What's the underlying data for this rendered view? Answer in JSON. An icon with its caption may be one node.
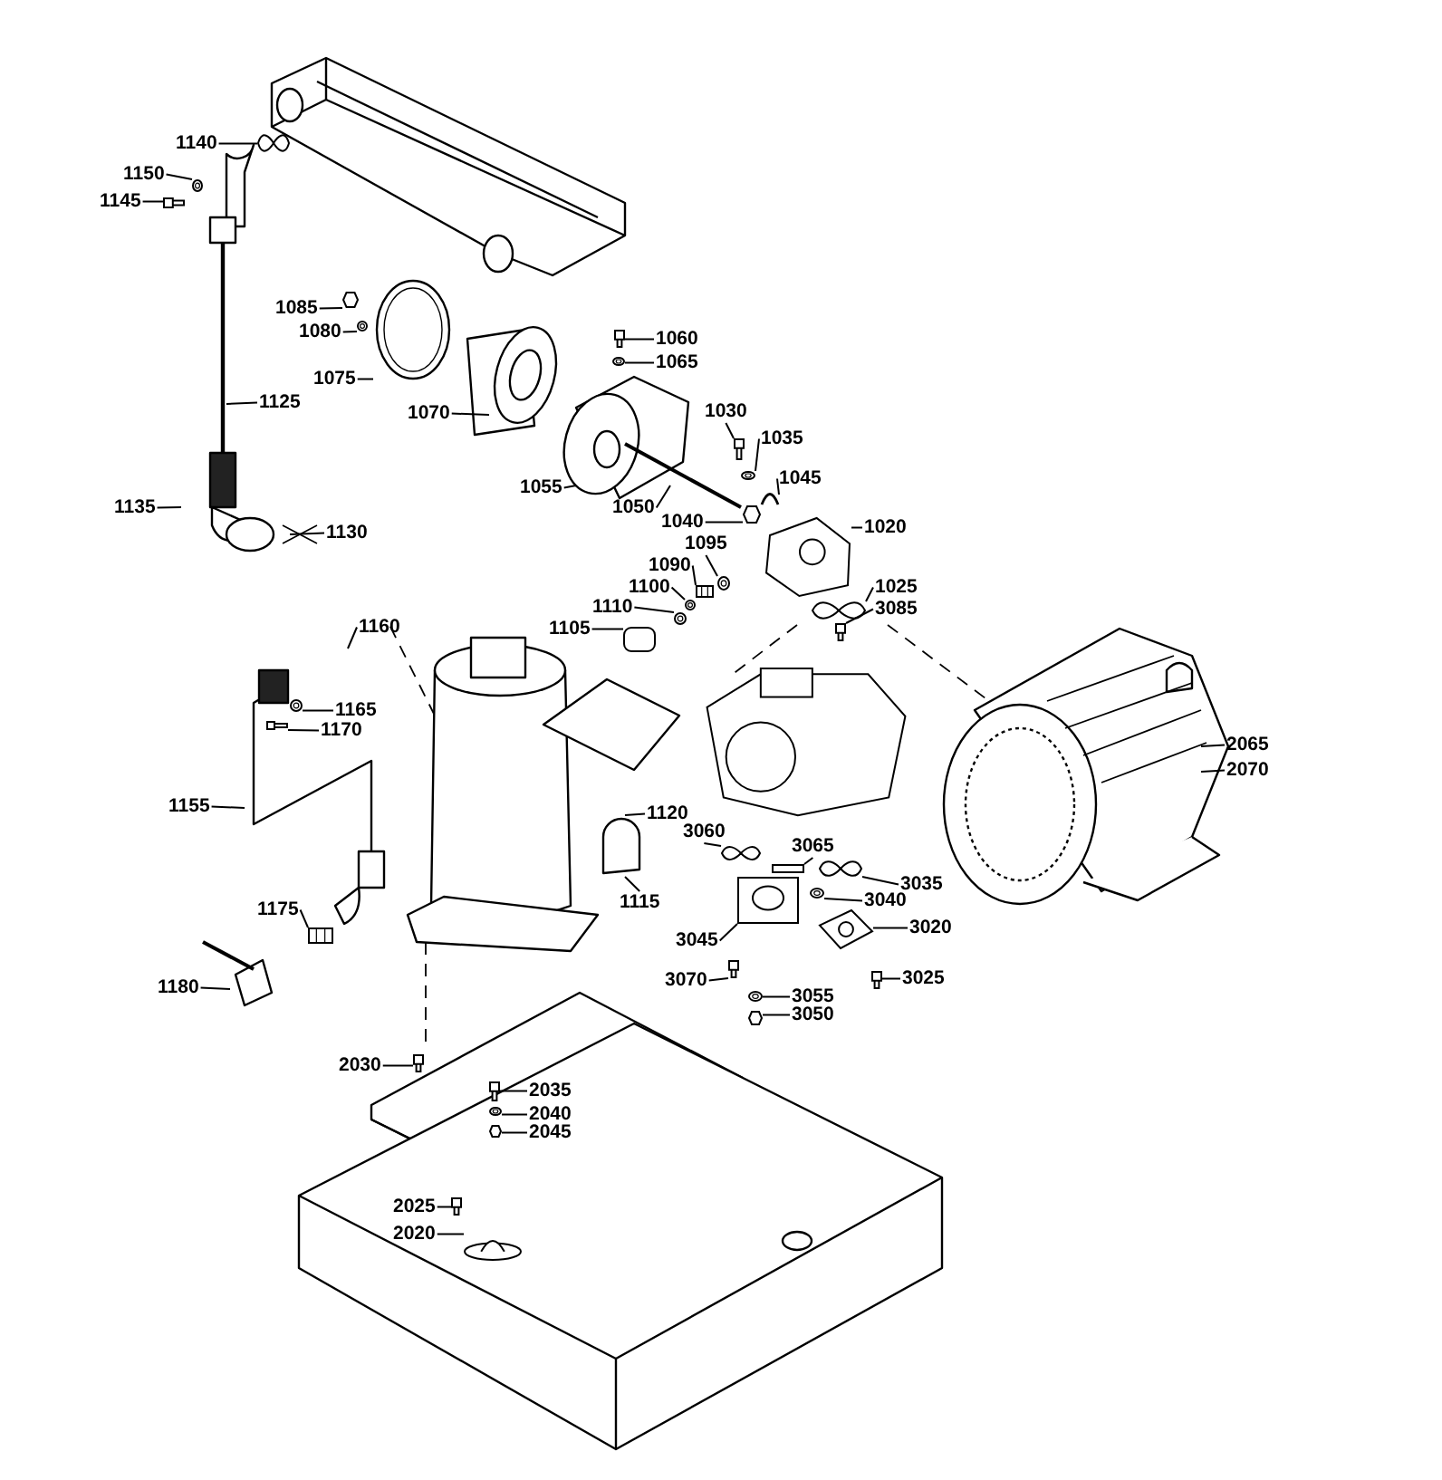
{
  "diagram": {
    "nodes": [
      {
        "text": [
          "1140"
        ]
      },
      {
        "text": [
          "1150"
        ]
      },
      {
        "text": [
          "1145"
        ]
      },
      {
        "text": [
          "1085"
        ]
      },
      {
        "text": [
          "1080"
        ]
      },
      {
        "text": [
          "1060"
        ]
      },
      {
        "text": [
          "1065"
        ]
      },
      {
        "text": [
          "1075"
        ]
      },
      {
        "text": [
          "1125"
        ]
      },
      {
        "text": [
          "1030"
        ]
      },
      {
        "text": [
          "1070"
        ]
      },
      {
        "text": [
          "1035"
        ]
      },
      {
        "text": [
          "1045"
        ]
      },
      {
        "text": [
          "1055"
        ]
      },
      {
        "text": [
          "1135"
        ]
      },
      {
        "text": [
          "1050"
        ]
      },
      {
        "text": [
          "1040"
        ]
      },
      {
        "text": [
          "1020"
        ]
      },
      {
        "text": [
          "1130"
        ]
      },
      {
        "text": [
          "1095"
        ]
      },
      {
        "text": [
          "1090"
        ]
      },
      {
        "text": [
          "1025"
        ]
      },
      {
        "text": [
          "1100"
        ]
      },
      {
        "text": [
          "3085"
        ]
      },
      {
        "text": [
          "1110"
        ]
      },
      {
        "text": [
          "1105"
        ]
      },
      {
        "text": [
          "1160"
        ]
      },
      {
        "text": [
          "1165"
        ]
      },
      {
        "text": [
          "1170"
        ]
      },
      {
        "text": [
          "2065"
        ]
      },
      {
        "text": [
          "2070"
        ]
      },
      {
        "text": [
          "1155"
        ]
      },
      {
        "text": [
          "1120"
        ]
      },
      {
        "text": [
          "3060"
        ]
      },
      {
        "text": [
          "3065"
        ]
      },
      {
        "text": [
          "3035"
        ]
      },
      {
        "text": [
          "1115"
        ]
      },
      {
        "text": [
          "3040"
        ]
      },
      {
        "text": [
          "1175"
        ]
      },
      {
        "text": [
          "3020"
        ]
      },
      {
        "text": [
          "3045"
        ]
      },
      {
        "text": [
          "3025"
        ]
      },
      {
        "text": [
          "3070"
        ]
      },
      {
        "text": [
          "1180"
        ]
      },
      {
        "text": [
          "3055"
        ]
      },
      {
        "text": [
          "3050"
        ]
      },
      {
        "text": [
          "2030"
        ]
      },
      {
        "text": [
          "2035"
        ]
      },
      {
        "text": [
          "2040"
        ]
      },
      {
        "text": [
          "2045"
        ]
      },
      {
        "text": [
          "2025"
        ]
      },
      {
        "text": [
          "2020"
        ]
      },
      {
        "text": [],
        "shape": "bolt"
      },
      {
        "text": [],
        "shape": "nut"
      },
      {
        "text": [],
        "shape": "bolt"
      },
      {
        "text": [],
        "shape": "nut"
      },
      {
        "text": [],
        "shape": "valve"
      },
      {
        "text": [],
        "shape": "ring"
      },
      {
        "text": [],
        "shape": "washer"
      },
      {
        "text": [],
        "shape": "cap"
      },
      {
        "text": [],
        "shape": "washer"
      },
      {
        "text": [],
        "shape": "ring"
      },
      {
        "text": [],
        "shape": "fitting"
      },
      {
        "text": [],
        "shape": "plate"
      },
      {
        "text": [],
        "shape": "nut"
      },
      {
        "text": [],
        "shape": "washer"
      },
      {
        "text": [],
        "shape": "washer"
      },
      {
        "text": [],
        "shape": "washer"
      },
      {
        "text": [],
        "shape": "fitting"
      },
      {
        "text": [],
        "shape": "washer"
      },
      {
        "text": [],
        "shape": "bolt"
      },
      {
        "text": [],
        "shape": "washer"
      },
      {
        "text": [],
        "shape": "clip"
      },
      {
        "text": [],
        "shape": "bolt"
      },
      {
        "text": [],
        "shape": "washer"
      },
      {
        "text": [],
        "shape": "washer"
      },
      {
        "text": [],
        "shape": "bolt"
      },
      {
        "text": [],
        "shape": "bolt"
      },
      {
        "text": [],
        "shape": "washer"
      },
      {
        "text": [],
        "shape": "gasket"
      },
      {
        "text": [],
        "shape": "ring"
      },
      {
        "text": [],
        "shape": "strip"
      },
      {
        "text": [],
        "shape": "housing"
      },
      {
        "text": [],
        "shape": "bolt"
      },
      {
        "text": [],
        "shape": "bolt"
      },
      {
        "text": [],
        "shape": "washer"
      },
      {
        "text": [],
        "shape": "nut"
      },
      {
        "text": [],
        "shape": "bolt"
      },
      {
        "text": [],
        "shape": "mount"
      },
      {
        "text": [],
        "shape": "pump"
      },
      {
        "text": [],
        "shape": "bolt"
      },
      {
        "text": [],
        "shape": "ring"
      }
    ],
    "edges": [
      {
        "from": 0,
        "to": 91,
        "arrow": "none"
      },
      {
        "from": 1,
        "to": 74,
        "arrow": "none"
      },
      {
        "from": 2,
        "to": 52,
        "arrow": "none"
      },
      {
        "from": 3,
        "to": 53,
        "arrow": "none"
      },
      {
        "from": 4,
        "to": 75,
        "arrow": "none"
      },
      {
        "from": 5,
        "to": 77,
        "arrow": "none"
      },
      {
        "from": 6,
        "to": 78,
        "arrow": "none"
      },
      {
        "from": 7,
        "to": 79,
        "arrow": "none"
      },
      {
        "from": 8,
        "to": null,
        "arrow": "none"
      },
      {
        "from": 9,
        "to": 54,
        "arrow": "none"
      },
      {
        "from": 10,
        "to": null,
        "arrow": "none"
      },
      {
        "from": 11,
        "to": 71,
        "arrow": "none"
      },
      {
        "from": 12,
        "to": 72,
        "arrow": "none"
      },
      {
        "from": 13,
        "to": null,
        "arrow": "none"
      },
      {
        "from": 14,
        "to": null,
        "arrow": "none"
      },
      {
        "from": 15,
        "to": null,
        "arrow": "none"
      },
      {
        "from": 16,
        "to": 55,
        "arrow": "none"
      },
      {
        "from": 17,
        "to": 56,
        "arrow": "none"
      },
      {
        "from": 18,
        "to": null,
        "arrow": "none"
      },
      {
        "from": 19,
        "to": 67,
        "arrow": "none"
      },
      {
        "from": 20,
        "to": 68,
        "arrow": "none"
      },
      {
        "from": 21,
        "to": 57,
        "arrow": "none"
      },
      {
        "from": 22,
        "to": 69,
        "arrow": "none"
      },
      {
        "from": 23,
        "to": 70,
        "arrow": "none"
      },
      {
        "from": 24,
        "to": 58,
        "arrow": "none"
      },
      {
        "from": 25,
        "to": 59,
        "arrow": "none"
      },
      {
        "from": 26,
        "to": null,
        "arrow": "none"
      },
      {
        "from": 27,
        "to": 60,
        "arrow": "none"
      },
      {
        "from": 28,
        "to": 76,
        "arrow": "none"
      },
      {
        "from": 29,
        "to": null,
        "arrow": "none"
      },
      {
        "from": 30,
        "to": null,
        "arrow": "none"
      },
      {
        "from": 31,
        "to": null,
        "arrow": "none"
      },
      {
        "from": 32,
        "to": null,
        "arrow": "none"
      },
      {
        "from": 33,
        "to": 80,
        "arrow": "none"
      },
      {
        "from": 34,
        "to": 81,
        "arrow": "none"
      },
      {
        "from": 35,
        "to": 61,
        "arrow": "none"
      },
      {
        "from": 36,
        "to": null,
        "arrow": "none"
      },
      {
        "from": 37,
        "to": 66,
        "arrow": "none"
      },
      {
        "from": 38,
        "to": 62,
        "arrow": "none"
      },
      {
        "from": 39,
        "to": 63,
        "arrow": "none"
      },
      {
        "from": 40,
        "to": 82,
        "arrow": "none"
      },
      {
        "from": 41,
        "to": 73,
        "arrow": "none"
      },
      {
        "from": 42,
        "to": 83,
        "arrow": "none"
      },
      {
        "from": 43,
        "to": null,
        "arrow": "none"
      },
      {
        "from": 44,
        "to": 65,
        "arrow": "none"
      },
      {
        "from": 45,
        "to": 64,
        "arrow": "none"
      },
      {
        "from": 46,
        "to": 90,
        "arrow": "none"
      },
      {
        "from": 47,
        "to": 84,
        "arrow": "none"
      },
      {
        "from": 48,
        "to": 85,
        "arrow": "none"
      },
      {
        "from": 49,
        "to": 86,
        "arrow": "none"
      },
      {
        "from": 50,
        "to": 87,
        "arrow": "none"
      },
      {
        "from": 51,
        "to": 88,
        "arrow": "none"
      }
    ]
  }
}
